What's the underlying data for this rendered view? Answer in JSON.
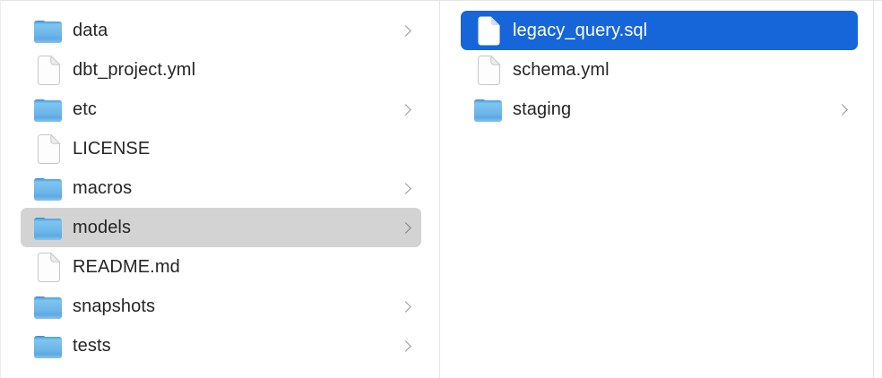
{
  "view": "finder-column-browser",
  "colors": {
    "selection_blue": "#1666d9",
    "selection_gray": "#d3d3d3",
    "divider_line": "#e4e4e4",
    "text": "#252527",
    "chevron": "#98989d",
    "folder_blue": "#6cb5e9"
  },
  "columns": [
    {
      "name": "left-column",
      "items": [
        {
          "label": "data",
          "type": "folder",
          "chevron": true,
          "selected": null
        },
        {
          "label": "dbt_project.yml",
          "type": "file",
          "chevron": false,
          "selected": null
        },
        {
          "label": "etc",
          "type": "folder",
          "chevron": true,
          "selected": null
        },
        {
          "label": "LICENSE",
          "type": "file",
          "chevron": false,
          "selected": null
        },
        {
          "label": "macros",
          "type": "folder",
          "chevron": true,
          "selected": null
        },
        {
          "label": "models",
          "type": "folder",
          "chevron": true,
          "selected": "gray"
        },
        {
          "label": "README.md",
          "type": "file",
          "chevron": false,
          "selected": null
        },
        {
          "label": "snapshots",
          "type": "folder",
          "chevron": true,
          "selected": null
        },
        {
          "label": "tests",
          "type": "folder",
          "chevron": true,
          "selected": null
        }
      ]
    },
    {
      "name": "right-column",
      "items": [
        {
          "label": "legacy_query.sql",
          "type": "file",
          "chevron": false,
          "selected": "blue"
        },
        {
          "label": "schema.yml",
          "type": "file",
          "chevron": false,
          "selected": null
        },
        {
          "label": "staging",
          "type": "folder",
          "chevron": true,
          "selected": null
        }
      ]
    }
  ]
}
